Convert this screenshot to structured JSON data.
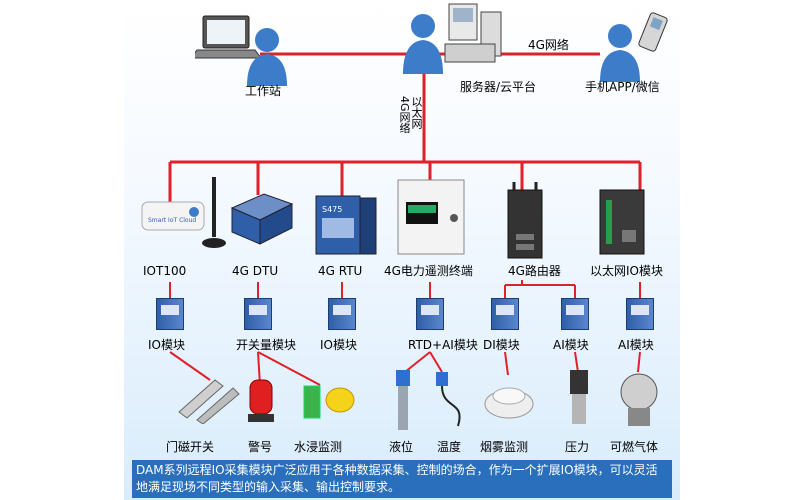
{
  "top": {
    "workstation": "工作站",
    "server": "服务器/云平台",
    "network_4g": "4G网络",
    "mobile": "手机APP/微信",
    "trunk": "以太网\n4G网络"
  },
  "gateways": [
    {
      "label": "IOT100",
      "device_text": "Smart IoT Cloud"
    },
    {
      "label": "4G DTU"
    },
    {
      "label": "4G RTU",
      "device_text": "S475"
    },
    {
      "label": "4G电力遥测终端"
    },
    {
      "label": "4G路由器"
    },
    {
      "label": "以太网IO模块"
    }
  ],
  "modules": [
    {
      "label": "IO模块"
    },
    {
      "label": "开关量模块"
    },
    {
      "label": "IO模块"
    },
    {
      "label": "RTD+AI模块"
    },
    {
      "label": "DI模块"
    },
    {
      "label": "AI模块"
    },
    {
      "label": "AI模块"
    }
  ],
  "sensors": [
    {
      "label": "门磁开关"
    },
    {
      "label": "警号"
    },
    {
      "label": "水浸监测"
    },
    {
      "label": "液位"
    },
    {
      "label": "温度"
    },
    {
      "label": "烟雾监测"
    },
    {
      "label": "压力"
    },
    {
      "label": "可燃气体"
    }
  ],
  "description": "DAM系列远程IO采集模块广泛应用于各种数据采集、控制的场合，作为一个扩展IO模块，可以灵活地满足现场不同类型的输入采集、输出控制要求。",
  "colors": {
    "line": "#e0202a",
    "person": "#3d7cc9",
    "device": "#2f5fa8",
    "panel_bottom": "#d8ecfb"
  }
}
